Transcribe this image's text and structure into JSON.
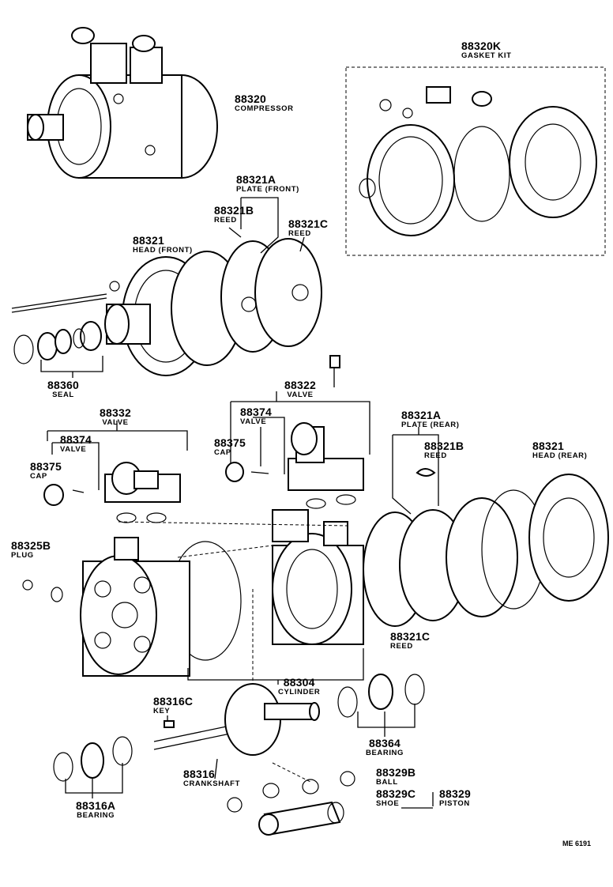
{
  "labels": {
    "compressor": {
      "num": "88320",
      "desc": "COMPRESSOR"
    },
    "gasket_kit": {
      "num": "88320K",
      "desc": "GASKET KIT"
    },
    "plate_front": {
      "num": "88321A",
      "desc": "PLATE (FRONT)"
    },
    "reed_front_b": {
      "num": "88321B",
      "desc": "REED"
    },
    "reed_front_c": {
      "num": "88321C",
      "desc": "REED"
    },
    "head_front": {
      "num": "88321",
      "desc": "HEAD (FRONT)"
    },
    "seal": {
      "num": "88360",
      "desc": "SEAL"
    },
    "valve_left": {
      "num": "88332",
      "desc": "VALVE"
    },
    "valve_core_left": {
      "num": "88374",
      "desc": "VALVE"
    },
    "cap_left": {
      "num": "88375",
      "desc": "CAP"
    },
    "valve_right": {
      "num": "88322",
      "desc": "VALVE"
    },
    "valve_core_right": {
      "num": "88374",
      "desc": "VALVE"
    },
    "cap_right": {
      "num": "88375",
      "desc": "CAP"
    },
    "plate_rear": {
      "num": "88321A",
      "desc": "PLATE (REAR)"
    },
    "reed_rear_b": {
      "num": "88321B",
      "desc": "REED"
    },
    "head_rear": {
      "num": "88321",
      "desc": "HEAD (REAR)"
    },
    "plug": {
      "num": "88325B",
      "desc": "PLUG"
    },
    "reed_rear_c": {
      "num": "88321C",
      "desc": "REED"
    },
    "cylinder": {
      "num": "88304",
      "desc": "CYLINDER"
    },
    "key": {
      "num": "88316C",
      "desc": "KEY"
    },
    "bearing_right": {
      "num": "88364",
      "desc": "BEARING"
    },
    "crankshaft": {
      "num": "88316",
      "desc": "CRANKSHAFT"
    },
    "ball": {
      "num": "88329B",
      "desc": "BALL"
    },
    "shoe": {
      "num": "88329C",
      "desc": "SHOE"
    },
    "piston": {
      "num": "88329",
      "desc": "PISTON"
    },
    "bearing_left": {
      "num": "88316A",
      "desc": "BEARING"
    }
  },
  "drawing_code": "ME 6191"
}
